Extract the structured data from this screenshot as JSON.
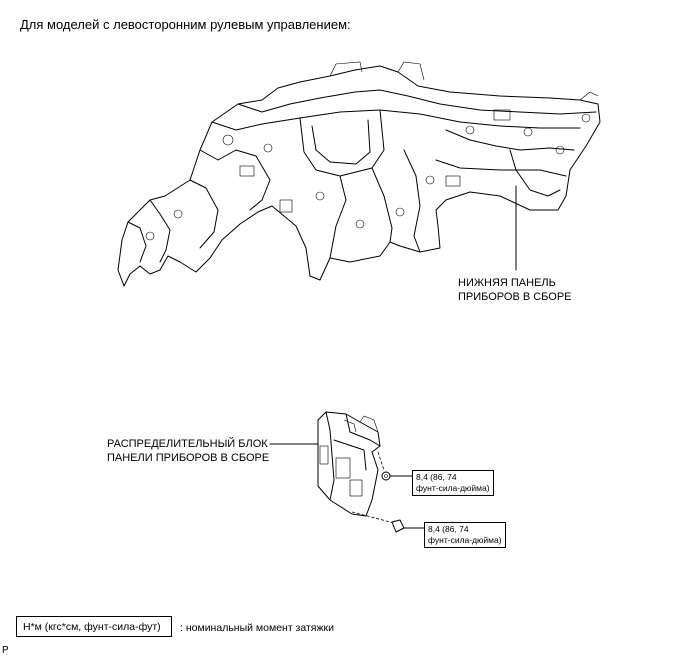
{
  "heading": "Для моделей с левосторонним рулевым управлением:",
  "labels": {
    "lower_panel": [
      "НИЖНЯЯ ПАНЕЛЬ",
      "ПРИБОРОВ В СБОРЕ"
    ],
    "junction_block": [
      "РАСПРЕДЕЛИТЕЛЬНЫЙ БЛОК",
      "ПАНЕЛИ ПРИБОРОВ В СБОРЕ"
    ]
  },
  "torque_specs": [
    {
      "value": "8,4 (86, 74",
      "unit": "фунт-сила-дюйма)"
    },
    {
      "value": "8,4 (86, 74",
      "unit": "фунт-сила-дюйма)"
    }
  ],
  "legend": {
    "box_text": "Н*м (кгс*см, фунт-сила-фут)",
    "description": ": номинальный момент затяжки"
  },
  "figure_code": "P"
}
